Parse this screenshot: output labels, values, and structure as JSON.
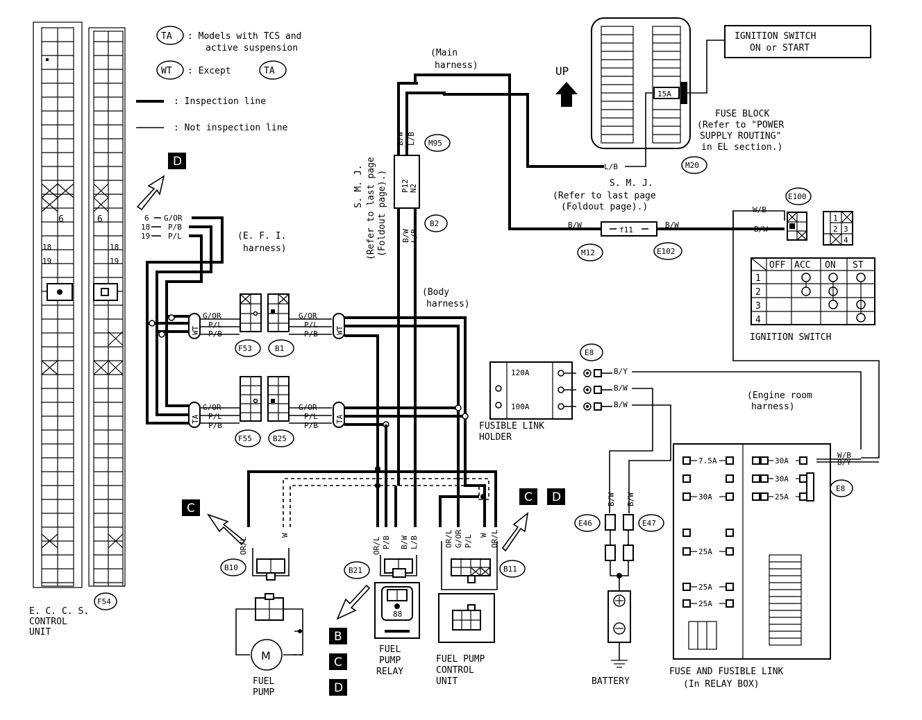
{
  "legend": {
    "ta_code": "TA",
    "ta_text_1": ": Models with TCS and",
    "ta_text_2": "active suspension",
    "wt_code": "WT",
    "wt_text": ": Except",
    "wt_ref": "TA",
    "inspection": ": Inspection line",
    "not_inspection": ": Not inspection line"
  },
  "markers": {
    "d": "D",
    "c": "C",
    "b": "B"
  },
  "connectors": {
    "f53": "F53",
    "b1": "B1",
    "f55": "F55",
    "b25": "B25",
    "f54": "F54",
    "m95": "M95",
    "b2": "B2",
    "m20": "M20",
    "m12": "M12",
    "e102": "E102",
    "e100": "E100",
    "e8a": "E8",
    "e8b": "E8",
    "e46": "E46",
    "e47": "E47",
    "b10": "B10",
    "b21": "B21",
    "b11": "B11"
  },
  "harness": {
    "efi_1": "(E. F. I.",
    "efi_2": "harness)",
    "main_1": "(Main",
    "main_2": "harness)",
    "body_1": "(Body",
    "body_2": "harness)",
    "engine_1": "(Engine room",
    "engine_2": "harness)"
  },
  "smj_vertical": {
    "l1": "S. M. J.",
    "l2": "(Refer to last page",
    "l3": "(Foldout page).)"
  },
  "smj_horizontal": {
    "l1": "S. M. J.",
    "l2": "(Refer to last page",
    "l3": "(Foldout page).)"
  },
  "ecu_pins": {
    "p6": "6",
    "p18": "18",
    "p19": "19",
    "q6": "6",
    "q18": "18",
    "q19": "19"
  },
  "ecu_wires": {
    "n6": "6",
    "n18": "18",
    "n19": "19",
    "c1": "G/OR",
    "c2": "P/B",
    "c3": "P/L"
  },
  "wire_colors": {
    "wt1": "G/OR",
    "wt2": "P/L",
    "wt3": "P/B",
    "wt4": "G/OR",
    "wt5": "P/L",
    "wt6": "P/B",
    "ta1": "G/OR",
    "ta2": "P/L",
    "ta3": "P/B",
    "ta4": "G/OR",
    "ta5": "P/L",
    "ta6": "P/B",
    "smj_top1": "B/W",
    "smj_top2": "L/B",
    "smj_bot1": "B/W",
    "smj_bot2": "L/B",
    "smj_pin1": "P12",
    "smj_pin2": "N2",
    "lb_fuse": "L/B",
    "f11": "f11",
    "bw_left": "B/W",
    "bw_right": "B/W",
    "wb_top": "W/B",
    "bw_e100": "B/W",
    "e8_1": "B/Y",
    "e8_2": "B/W",
    "e8_3": "B/W",
    "relay_wb": "W/B",
    "relay_by": "B/Y",
    "bat_bw1": "B/W",
    "bat_bw2": "B/W",
    "b10_1": "OR/L",
    "b10_2": "W",
    "b21_1": "OR/L",
    "b21_2": "P/B",
    "b21_3": "B/W",
    "b21_4": "L/B",
    "b11_1": "OR/L",
    "b11_2": "G/OR",
    "b11_3": "P/L",
    "b11_4": "W",
    "b11_5": "OR/L"
  },
  "codes": {
    "wt": "WT",
    "ta": "TA",
    "wt2": "WT",
    "ta2": "TA"
  },
  "up": "UP",
  "ignition_switch_box": {
    "l1": "IGNITION SWITCH",
    "l2": "ON or START"
  },
  "fuse_block": {
    "l1": "FUSE BLOCK",
    "l2": "(Refer to \"POWER",
    "l3": "SUPPLY ROUTING\"",
    "l4": "in EL section.)",
    "fuse": "15A"
  },
  "ignition_table": {
    "headers": [
      "OFF",
      "ACC",
      "ON",
      "ST"
    ],
    "rows": [
      "1",
      "2",
      "3",
      "4"
    ],
    "caption": "IGNITION SWITCH"
  },
  "ign_keys": [
    "1",
    "2",
    "3",
    "4"
  ],
  "fusible_link": {
    "l1": "FUSIBLE LINK",
    "l2": "HOLDER",
    "f1": "120A",
    "f2": "100A"
  },
  "relay_box": {
    "caption1": "FUSE AND FUSIBLE LINK",
    "caption2": "(In RELAY BOX)",
    "left": [
      "7.5A",
      "30A",
      "25A",
      "25A",
      "25A"
    ],
    "right": [
      "30A",
      "30A",
      "25A"
    ]
  },
  "labels": {
    "ecu_1": "E. C. C. S.",
    "ecu_2": "CONTROL",
    "ecu_3": "UNIT",
    "fuel_pump_1": "FUEL",
    "fuel_pump_2": "PUMP",
    "relay_1": "FUEL",
    "relay_2": "PUMP",
    "relay_3": "RELAY",
    "fpcu_1": "FUEL PUMP",
    "fpcu_2": "CONTROL",
    "fpcu_3": "UNIT",
    "battery": "BATTERY"
  }
}
